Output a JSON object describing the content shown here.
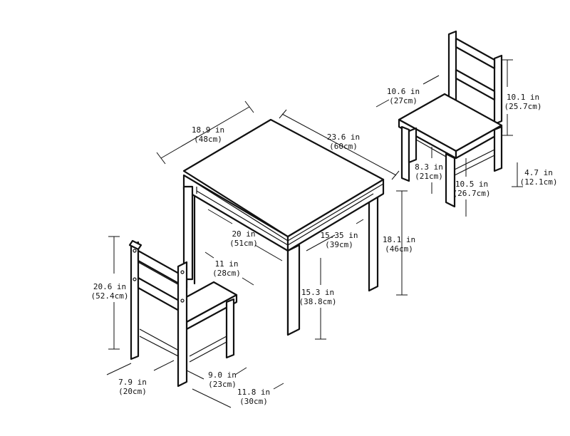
{
  "table": {
    "width": {
      "in": "18.9 in",
      "cm": "(48cm)"
    },
    "length": {
      "in": "23.6 in",
      "cm": "(60cm)"
    },
    "height": {
      "in": "18.1 in",
      "cm": "(46cm)"
    },
    "inner_width": {
      "in": "20 in",
      "cm": "(51cm)"
    },
    "inner_length": {
      "in": "15.35 in",
      "cm": "(39cm)"
    },
    "clearance": {
      "in": "15.3 in",
      "cm": "(38.8cm)"
    }
  },
  "chair_front": {
    "seat_inner": {
      "in": "11 in",
      "cm": "(28cm)"
    },
    "height": {
      "in": "20.6 in",
      "cm": "(52.4cm)"
    },
    "leg_span": {
      "in": "7.9 in",
      "cm": "(20cm)"
    },
    "seat_width": {
      "in": "9.0 in",
      "cm": "(23cm)"
    },
    "seat_depth": {
      "in": "11.8 in",
      "cm": "(30cm)"
    }
  },
  "chair_back": {
    "seat_width": {
      "in": "10.6 in",
      "cm": "(27cm)"
    },
    "back_height": {
      "in": "10.1 in",
      "cm": "(25.7cm)"
    },
    "rung_height": {
      "in": "8.3 in",
      "cm": "(21cm)"
    },
    "seat_height": {
      "in": "10.5 in",
      "cm": "(26.7cm)"
    },
    "lower_rung": {
      "in": "4.7 in",
      "cm": "(12.1cm)"
    }
  }
}
